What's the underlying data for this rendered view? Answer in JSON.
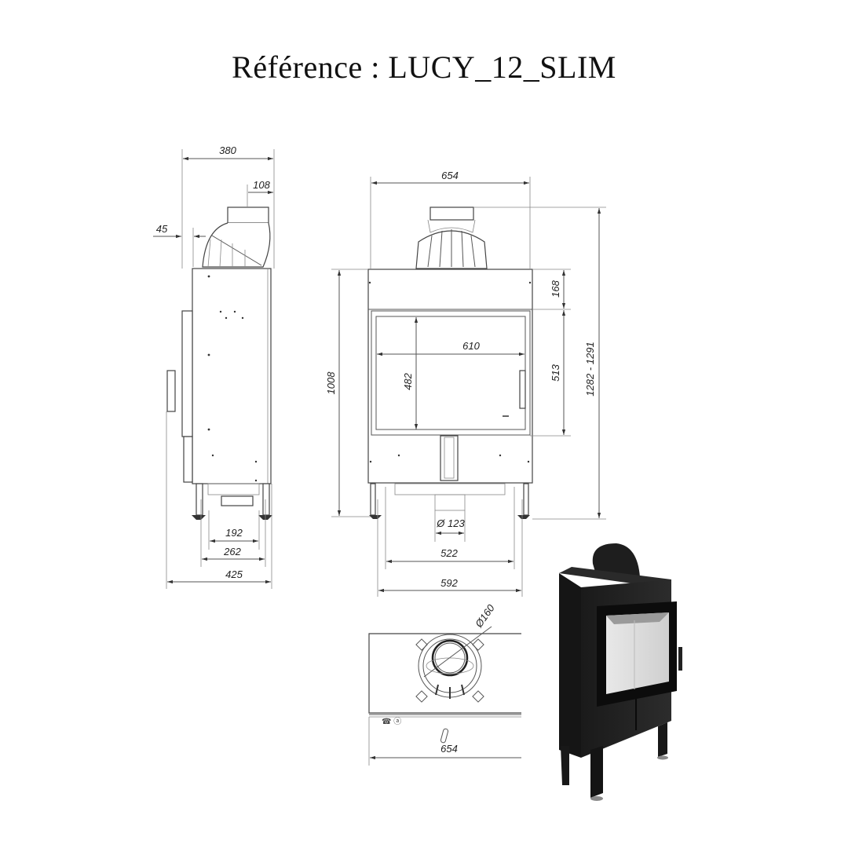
{
  "title": "Référence : LUCY_12_SLIM",
  "side_view": {
    "dims": {
      "depth_top": "380",
      "flue_offset": "108",
      "left_offset": "45",
      "leg_inner": "192",
      "leg_mid": "262",
      "base_depth": "425"
    }
  },
  "front_view": {
    "dims": {
      "width_top": "654",
      "top_panel": "168",
      "door_width": "610",
      "door_height": "482",
      "window_height": "513",
      "body_height": "1008",
      "total_height": "1282 - 1291",
      "air_inlet": "Ø 123",
      "leg_span_inner": "522",
      "leg_span_outer": "592"
    }
  },
  "top_view": {
    "dims": {
      "flue_diameter": "Ø160",
      "width": "654"
    }
  },
  "product_render": {
    "label": "fireplace-insert-3d"
  }
}
